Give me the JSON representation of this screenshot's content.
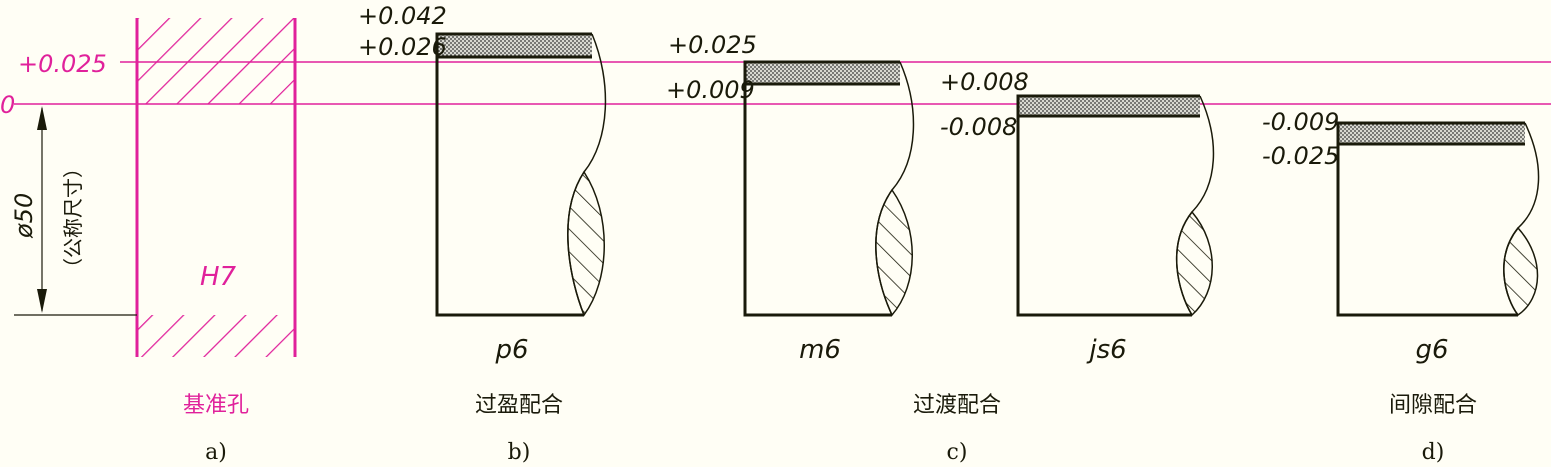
{
  "colors": {
    "accent": "#e0219b",
    "ink": "#1a1a0a",
    "background": "#fffef5",
    "tolerance_fill": "#9a9a9a"
  },
  "hole": {
    "upper_deviation": "+0.025",
    "zero_line": "0",
    "nominal_size": "ø50",
    "nominal_note": "（公称尺寸）",
    "tolerance_class": "H7",
    "caption": "基准孔",
    "sublabel": "a)"
  },
  "shafts": [
    {
      "id": "p6",
      "upper": "+0.042",
      "lower": "+0.026",
      "tolerance_class": "p6"
    },
    {
      "id": "m6",
      "upper": "+0.025",
      "lower": "+0.009",
      "tolerance_class": "m6"
    },
    {
      "id": "js6",
      "upper": "+0.008",
      "lower": "-0.008",
      "tolerance_class": "js6"
    },
    {
      "id": "g6",
      "upper": "-0.009",
      "lower": "-0.025",
      "tolerance_class": "g6"
    }
  ],
  "fit_captions": {
    "interference": "过盈配合",
    "transition": "过渡配合",
    "clearance": "间隙配合"
  },
  "sublabels": {
    "b": "b)",
    "c": "c)",
    "d": "d)"
  }
}
